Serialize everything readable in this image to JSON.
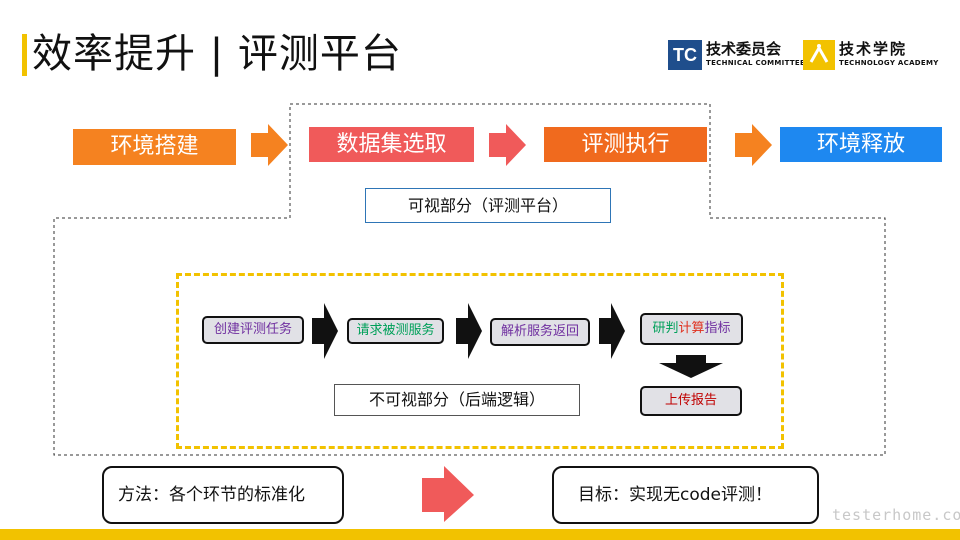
{
  "header": {
    "title": "效率提升 | 评测平台",
    "logo_tc": {
      "mark": "TC",
      "name": "技术委员会",
      "subtitle": "TECHNICAL COMMITTEE"
    },
    "logo_academy": {
      "name": "技术学院",
      "subtitle": "TECHNOLOGY ACADEMY"
    }
  },
  "pipeline": {
    "stages": [
      "环境搭建",
      "数据集选取",
      "评测执行",
      "环境释放"
    ],
    "colors": [
      "#f58220",
      "#f05a5a",
      "#f06a1e",
      "#1e88f0"
    ]
  },
  "visible_part": {
    "label": "可视部分（评测平台）"
  },
  "backend": {
    "label": "不可视部分（后端逻辑）",
    "steps": [
      "创建评测任务",
      "请求被测服务",
      "解析服务返回"
    ],
    "judge_step": {
      "part1": "研判",
      "part2": "计算",
      "part3": "指标"
    },
    "report_step": "上传报告"
  },
  "method": {
    "text": "方法：各个环节的标准化"
  },
  "goal": {
    "text": "目标：实现无code评测！"
  },
  "watermark": "testerhome.com",
  "colors": {
    "accent_yellow": "#f2c200",
    "arrow_orange": "#f58220",
    "arrow_red": "#f05a5a"
  }
}
